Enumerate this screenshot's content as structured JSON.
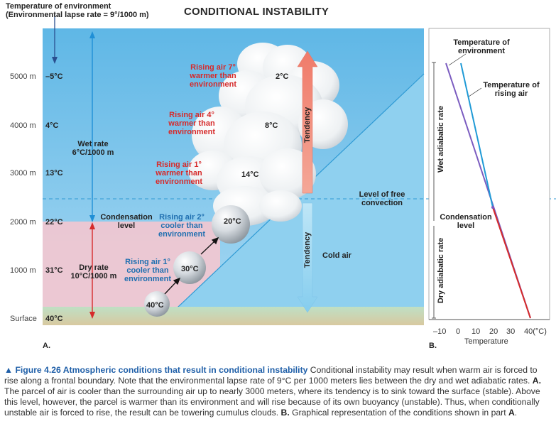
{
  "title": "CONDITIONAL INSTABILITY",
  "env_header": [
    "Temperature of environment",
    "(Environmental lapse rate = 9°/1000 m)"
  ],
  "altitudes": [
    "5000 m",
    "4000 m",
    "3000 m",
    "2000 m",
    "1000 m",
    "Surface"
  ],
  "env_temps": [
    "–5°C",
    "4°C",
    "13°C",
    "22°C",
    "31°C",
    "40°C"
  ],
  "wet_rate": [
    "Wet rate",
    "6°C/1000 m"
  ],
  "dry_rate": [
    "Dry rate",
    "10°C/1000 m"
  ],
  "condensation_level": [
    "Condensation",
    "level"
  ],
  "rising_warmer": [
    [
      "Rising air 7°",
      "warmer than",
      "environment"
    ],
    [
      "Rising air 4°",
      "warmer than",
      "environment"
    ],
    [
      "Rising air 1°",
      "warmer than",
      "environment"
    ]
  ],
  "rising_cooler": [
    [
      "Rising air 2°",
      "cooler than",
      "environment"
    ],
    [
      "Rising air 1°",
      "cooler than",
      "environment"
    ]
  ],
  "cloud_temps": [
    "2°C",
    "8°C",
    "14°C"
  ],
  "parcel_temps": [
    "20°C",
    "30°C",
    "40°C"
  ],
  "tendency": "Tendency",
  "lfc": [
    "Level of free",
    "convection"
  ],
  "cold_air": "Cold air",
  "panel_a": "A.",
  "panel_b": "B.",
  "graph": {
    "env_label": [
      "Temperature of",
      "environment"
    ],
    "rising_label": [
      "Temperature of",
      "rising air"
    ],
    "condensation_label": [
      "Condensation",
      "level"
    ],
    "wet_axis": "Wet adiabatic rate",
    "dry_axis": "Dry adiabatic rate",
    "xticks": [
      "–10",
      "0",
      "10",
      "20",
      "30",
      "40(°C)"
    ],
    "xlabel": "Temperature",
    "colors": {
      "environment": "#7b5cc0",
      "rising": "#1f9ad6",
      "dry": "#d62b2b"
    }
  },
  "caption": {
    "marker": "▲",
    "fig": "Figure 4.26  Atmospheric conditions that result in conditional instability",
    "text1": "  Conditional instability may result when warm air is forced to rise along a frontal boundary. Note that the environmental lapse rate of 9°C per 1000 meters lies between the dry and wet adiabatic rates. ",
    "a": "A.",
    "text2": " The parcel of air is cooler than the surrounding air up to nearly 3000 meters, where its tendency is to sink toward the surface (stable). Above this level, however, the parcel is warmer than its environment and will rise because of its own buoyancy (unstable). Thus, when conditionally unstable air is forced to rise, the result can be towering cumulus clouds. ",
    "b": "B.",
    "text3": " Graphical representation of the conditions shown in part ",
    "a2": "A",
    "end": "."
  }
}
